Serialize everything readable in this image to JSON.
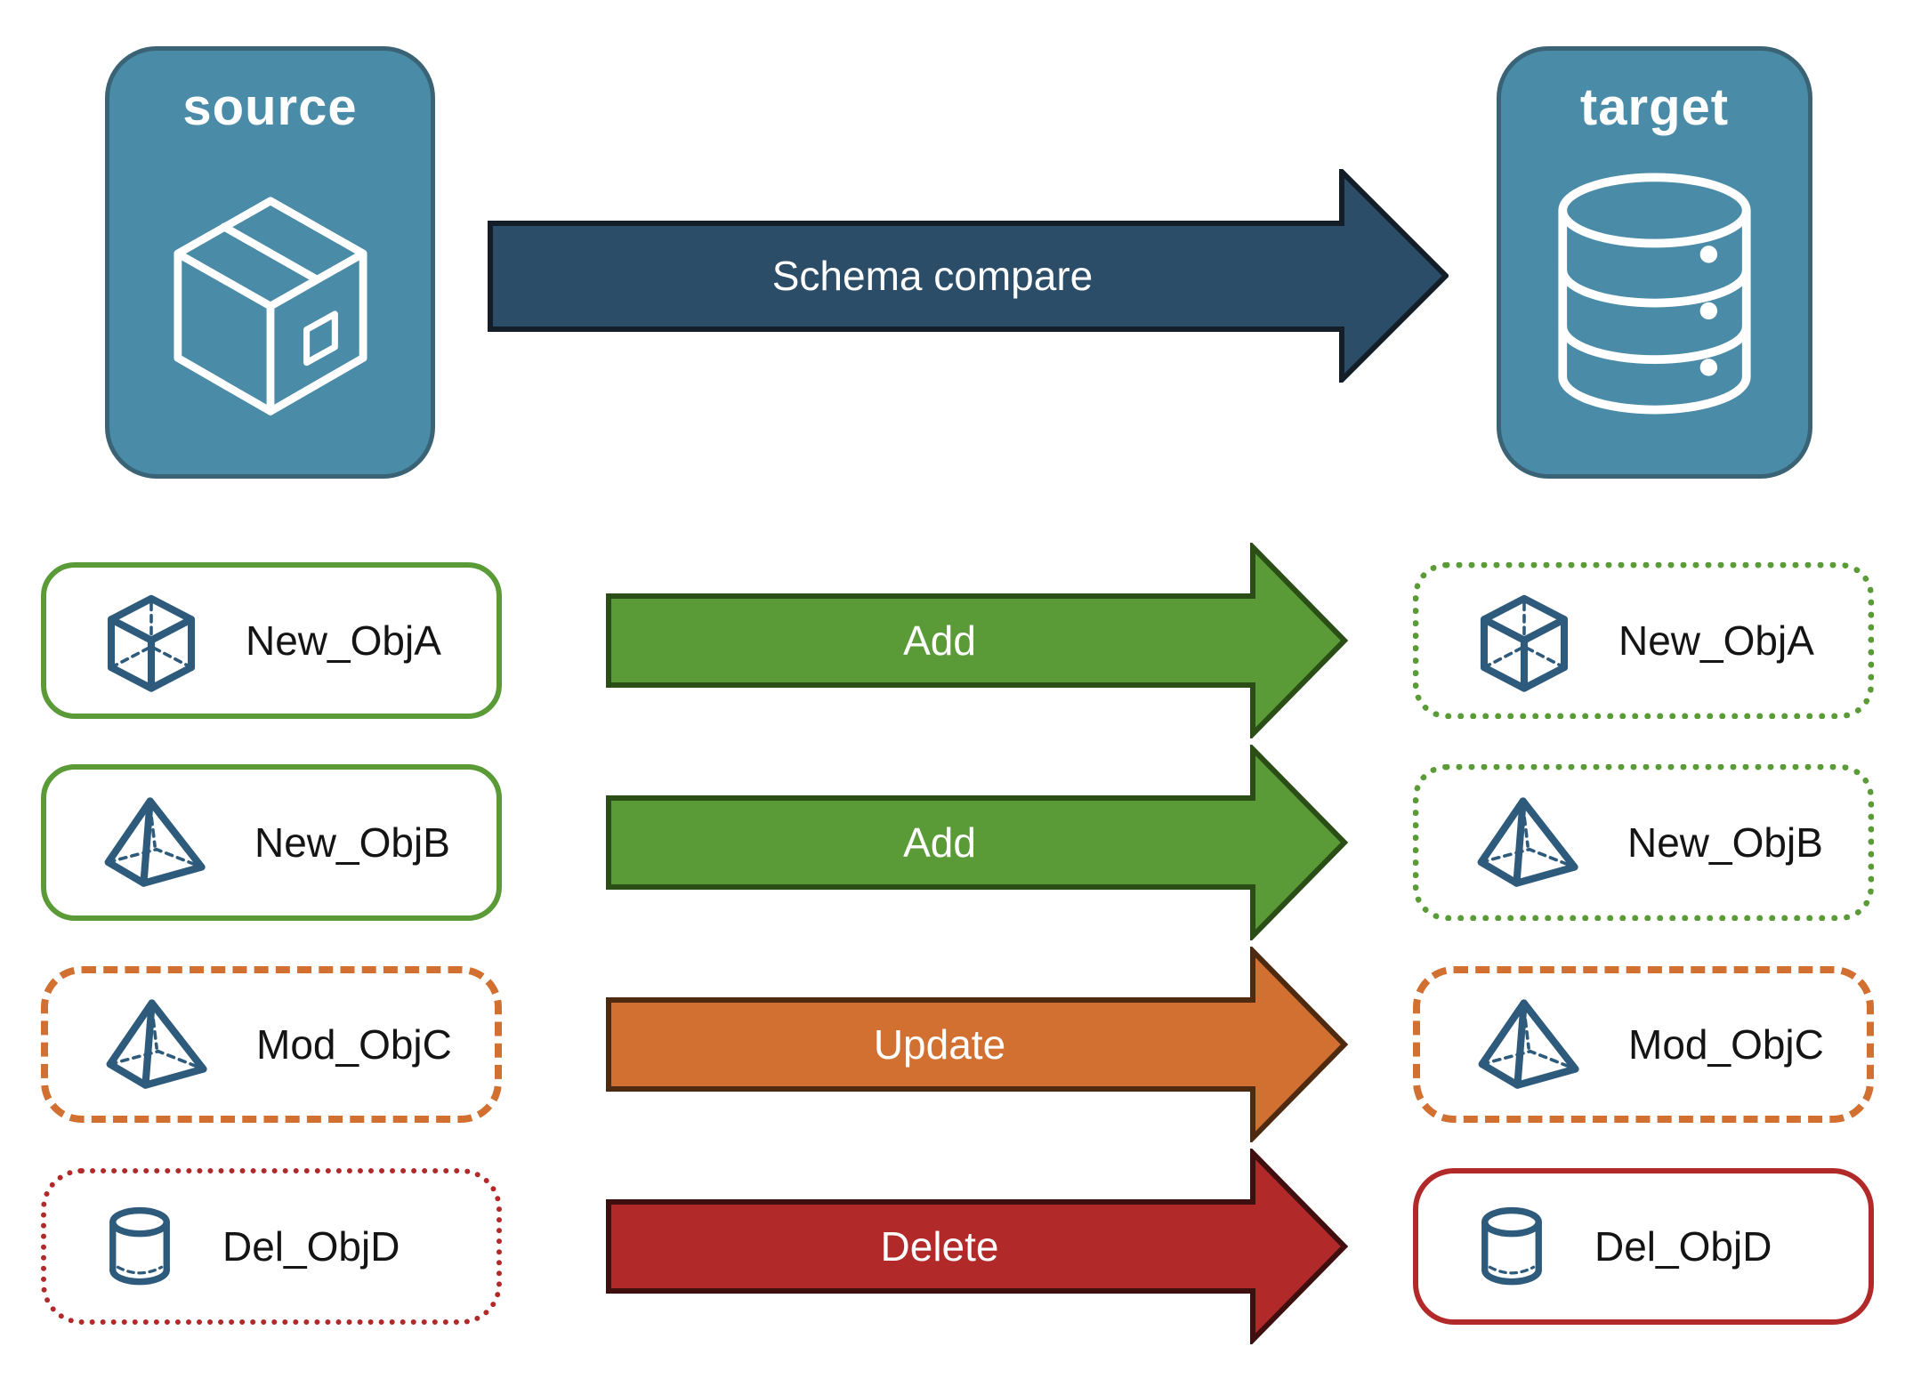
{
  "source_node": {
    "label": "source",
    "icon": "package-box-icon"
  },
  "target_node": {
    "label": "target",
    "icon": "database-icon"
  },
  "compare_arrow": {
    "label": "Schema compare"
  },
  "rows": [
    {
      "object": "New_ObjA",
      "icon": "cube-icon",
      "action": "Add",
      "source_border": "green-solid",
      "target_border": "green-dotted"
    },
    {
      "object": "New_ObjB",
      "icon": "pyramid-icon",
      "action": "Add",
      "source_border": "green-solid",
      "target_border": "green-dotted"
    },
    {
      "object": "Mod_ObjC",
      "icon": "pyramid-icon",
      "action": "Update",
      "source_border": "orange-dashed",
      "target_border": "orange-dashed"
    },
    {
      "object": "Del_ObjD",
      "icon": "cylinder-icon",
      "action": "Delete",
      "source_border": "red-dotted",
      "target_border": "red-solid"
    }
  ],
  "colors": {
    "node_fill": "#4A8BA8",
    "node_border": "#3A6375",
    "compare_fill": "#2C4D68",
    "compare_stroke": "#131E29",
    "add_green": "#5A9B38",
    "add_green_stroke": "#2A4E16",
    "update_orange": "#D27032",
    "update_orange_stroke": "#4E2A10",
    "delete_red": "#B12929",
    "delete_red_stroke": "#3F0F0F",
    "icon_blue": "#2E5B7C",
    "label_text": "#141414"
  }
}
